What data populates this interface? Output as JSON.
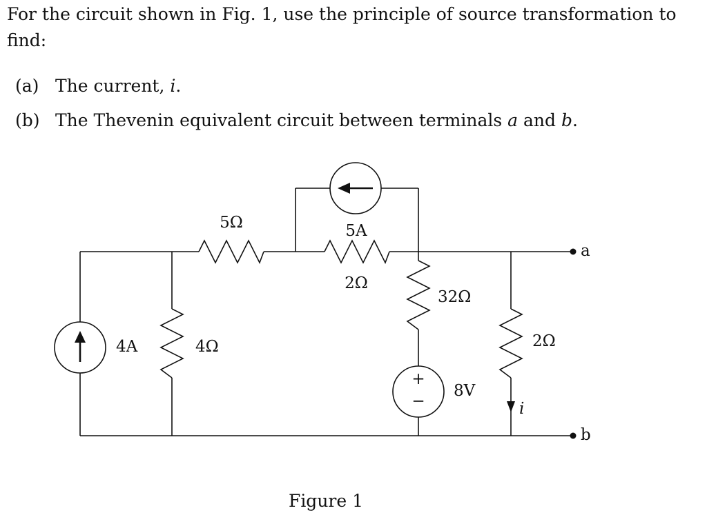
{
  "problem": {
    "intro": "For the circuit shown in Fig. 1, use the principle of source transformation to find:",
    "parts": [
      {
        "label": "(a)",
        "before": "The current, ",
        "var": "i",
        "after": "."
      },
      {
        "label": "(b)",
        "before": "The Thevenin equivalent circuit between terminals ",
        "var": "a",
        "middle": " and ",
        "var2": "b",
        "after": "."
      }
    ]
  },
  "circuit": {
    "left_source": {
      "value": "4A",
      "icon": "arrow-up"
    },
    "resistor_4": "4Ω",
    "resistor_5": "5Ω",
    "top_source": {
      "value": "5A",
      "icon": "arrow-left"
    },
    "resistor_2_top": "2Ω",
    "resistor_32": "32Ω",
    "voltage_source": {
      "value": "8V",
      "plus": "+",
      "minus": "−"
    },
    "resistor_2_right": "2Ω",
    "current_label": "i",
    "terminal_a": "a",
    "terminal_b": "b"
  },
  "figure": {
    "caption": "Figure 1"
  }
}
